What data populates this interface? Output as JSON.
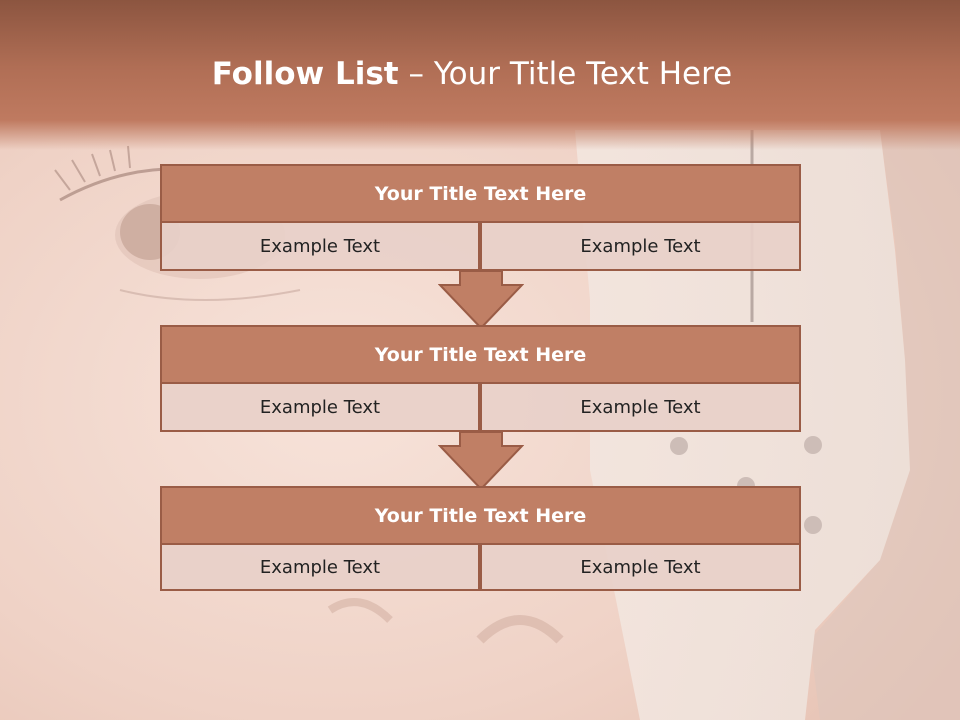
{
  "slide": {
    "title_bold": "Follow List",
    "title_rest": " – Your Title Text Here"
  },
  "blocks": [
    {
      "title": "Your Title Text Here",
      "left": "Example Text",
      "right": "Example Text"
    },
    {
      "title": "Your Title Text Here",
      "left": "Example Text",
      "right": "Example Text"
    },
    {
      "title": "Your Title Text Here",
      "left": "Example Text",
      "right": "Example Text"
    }
  ],
  "colors": {
    "header_fill": "#c07f65",
    "border": "#9a5c46",
    "cell_fill": "#e8d0c9",
    "title_bar": "#b06e55"
  }
}
